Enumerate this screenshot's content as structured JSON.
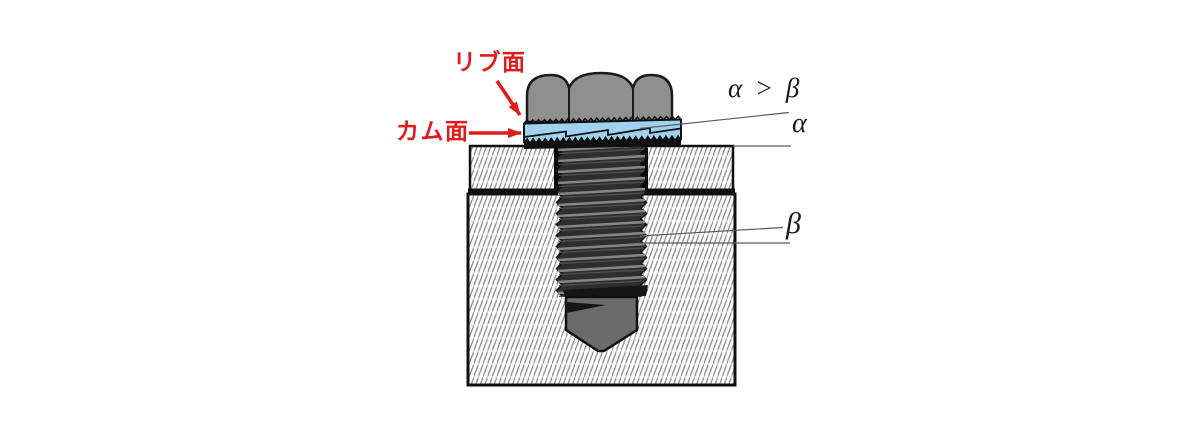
{
  "diagram": {
    "callouts": {
      "rib_surface": "リブ面",
      "cam_surface": "カム面",
      "angle_relation": "α > β",
      "cam_angle": "α",
      "thread_angle": "β"
    },
    "colors": {
      "callout_red": "#df1b1b",
      "washer_blue": "#9fd2ee",
      "bolt_head_gray": "#8f8f8f",
      "bolt_tip_gray": "#6b6b6b",
      "thread_dark": "#2e2e2e",
      "thread_highlight": "#858585",
      "outline_black": "#101010",
      "hatch_gray": "#8d8d8d",
      "leader_gray": "#5a5a5a"
    }
  }
}
